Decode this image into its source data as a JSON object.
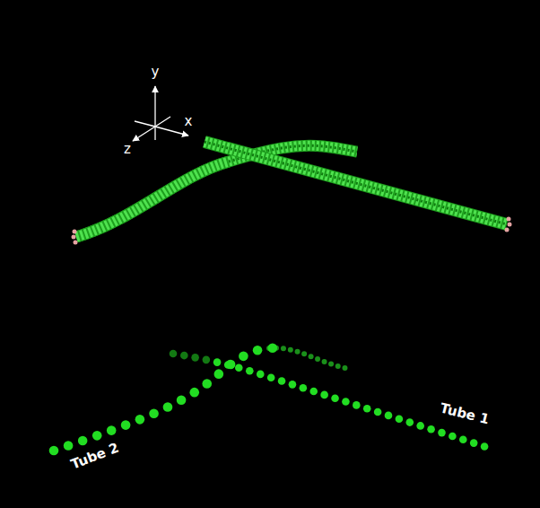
{
  "diagram": {
    "labels": [
      "y",
      "x",
      "z",
      "Tube 1",
      "Tube 2"
    ]
  }
}
